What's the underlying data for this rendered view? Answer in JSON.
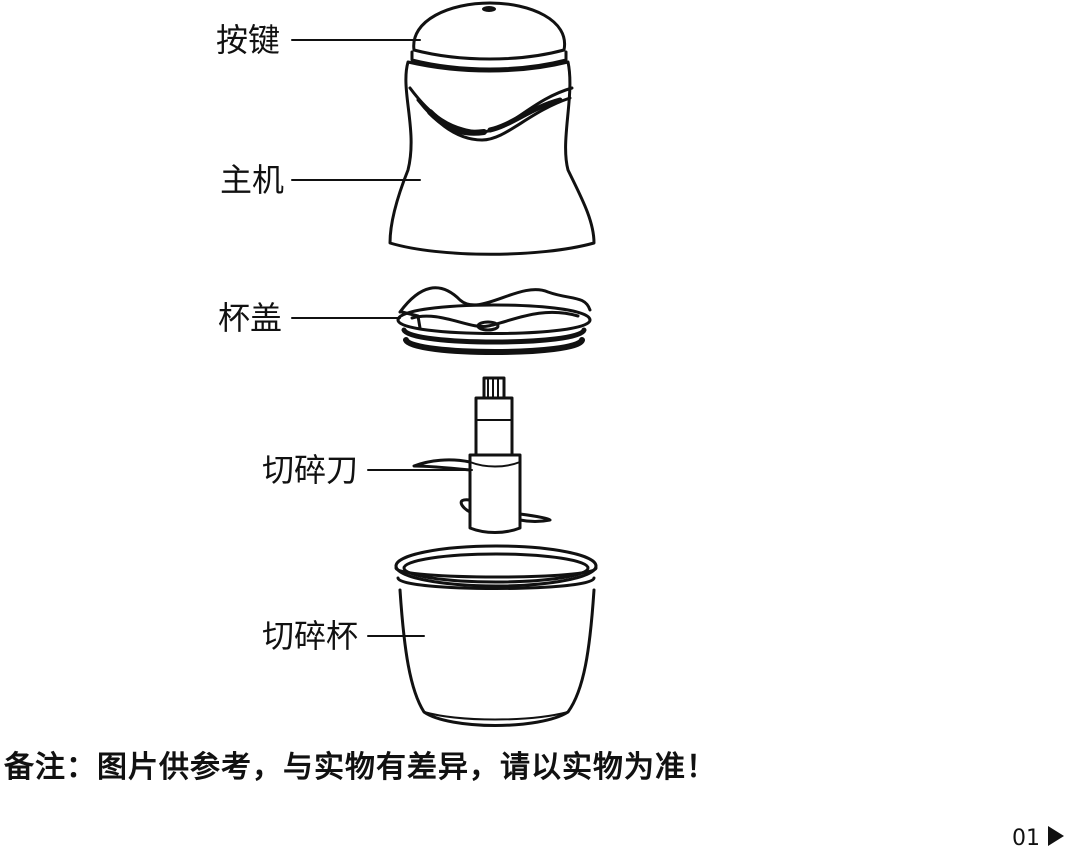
{
  "labels": {
    "button": "按键",
    "main_unit": "主机",
    "lid": "杯盖",
    "blade": "切碎刀",
    "bowl": "切碎杯"
  },
  "note": "备注：图片供参考，与实物有差异，请以实物为准！",
  "page_number": "01",
  "icons": {
    "next": "play-triangle-icon"
  },
  "colors": {
    "stroke": "#111111",
    "background": "#ffffff"
  }
}
